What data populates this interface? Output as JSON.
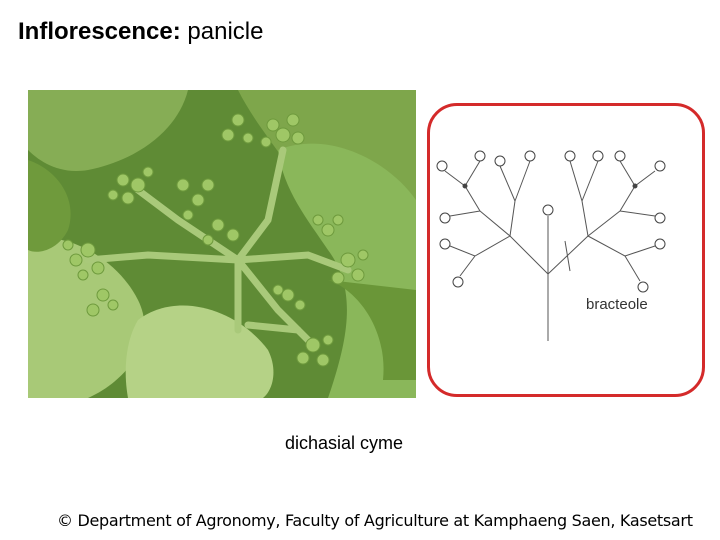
{
  "title": {
    "label": "Inflorescence:",
    "value": "panicle"
  },
  "photo": {
    "alt": "flower-cluster-photo"
  },
  "diagram": {
    "label": "bracteole"
  },
  "caption": "dichasial cyme",
  "footer": "© Department of Agronomy, Faculty of Agriculture at Kamphaeng Saen, Kasetsart",
  "colors": {
    "frame": "#d42a2a",
    "leaf": "#6f9a3c",
    "bud": "#9fc766"
  }
}
